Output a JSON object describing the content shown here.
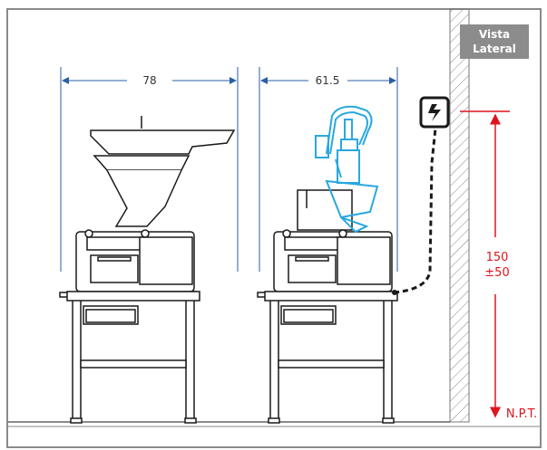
{
  "view_label_line1": "Vista",
  "view_label_line2": "Lateral",
  "dimensions": {
    "width_left": "78",
    "width_right": "61.5",
    "height_value": "150",
    "height_tolerance": "±50",
    "floor_reference": "N.P.T."
  },
  "colors": {
    "frame": "#8a8a8a",
    "machine_line": "#1a1a1a",
    "accessory": "#29a8e0",
    "dimension_red": "#e0141e",
    "dimension_blue": "#2a5fa5",
    "label_bg": "#8c8c8c"
  },
  "icons": {
    "power_outlet": "electrical-outlet-icon"
  }
}
